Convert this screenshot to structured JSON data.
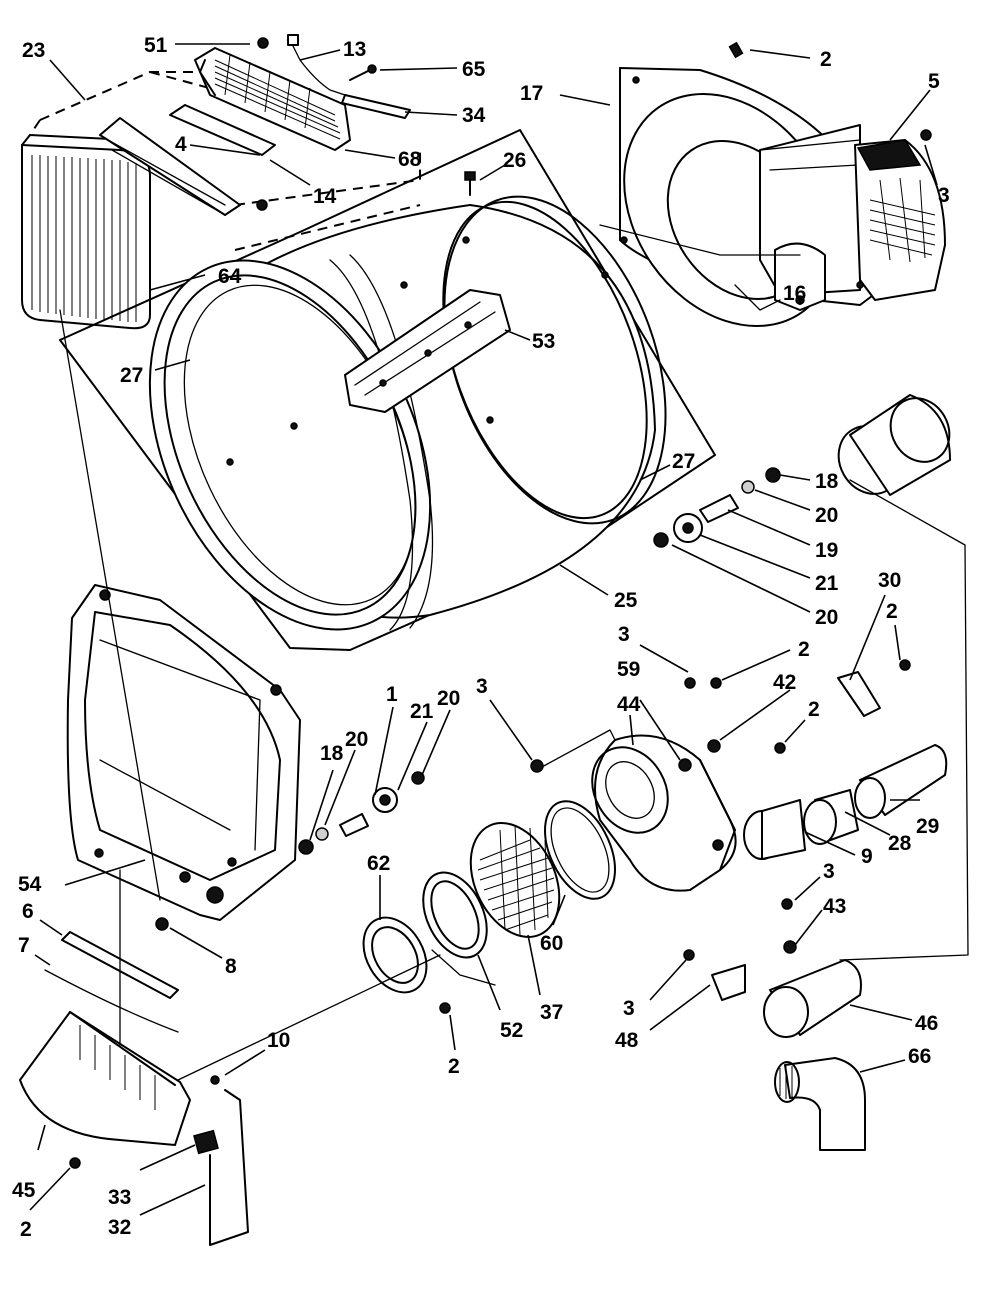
{
  "callouts": [
    {
      "id": "c-51",
      "text": "51"
    },
    {
      "id": "c-13",
      "text": "13"
    },
    {
      "id": "c-65",
      "text": "65"
    },
    {
      "id": "c-34",
      "text": "34"
    },
    {
      "id": "c-23",
      "text": "23"
    },
    {
      "id": "c-4",
      "text": "4"
    },
    {
      "id": "c-14",
      "text": "14"
    },
    {
      "id": "c-68",
      "text": "68"
    },
    {
      "id": "c-64",
      "text": "64"
    },
    {
      "id": "c-26",
      "text": "26"
    },
    {
      "id": "c-2a",
      "text": "2"
    },
    {
      "id": "c-17",
      "text": "17"
    },
    {
      "id": "c-5",
      "text": "5"
    },
    {
      "id": "c-3a",
      "text": "3"
    },
    {
      "id": "c-16",
      "text": "16"
    },
    {
      "id": "c-53",
      "text": "53"
    },
    {
      "id": "c-27a",
      "text": "27"
    },
    {
      "id": "c-27b",
      "text": "27"
    },
    {
      "id": "c-18a",
      "text": "18"
    },
    {
      "id": "c-20a",
      "text": "20"
    },
    {
      "id": "c-19",
      "text": "19"
    },
    {
      "id": "c-21a",
      "text": "21"
    },
    {
      "id": "c-20b",
      "text": "20"
    },
    {
      "id": "c-25",
      "text": "25"
    },
    {
      "id": "c-30",
      "text": "30"
    },
    {
      "id": "c-2b",
      "text": "2"
    },
    {
      "id": "c-3b",
      "text": "3"
    },
    {
      "id": "c-2c",
      "text": "2"
    },
    {
      "id": "c-59",
      "text": "59"
    },
    {
      "id": "c-42",
      "text": "42"
    },
    {
      "id": "c-44",
      "text": "44"
    },
    {
      "id": "c-2d",
      "text": "2"
    },
    {
      "id": "c-3c",
      "text": "3"
    },
    {
      "id": "c-20c",
      "text": "20"
    },
    {
      "id": "c-21b",
      "text": "21"
    },
    {
      "id": "c-1",
      "text": "1"
    },
    {
      "id": "c-20d",
      "text": "20"
    },
    {
      "id": "c-18b",
      "text": "18"
    },
    {
      "id": "c-29",
      "text": "29"
    },
    {
      "id": "c-28",
      "text": "28"
    },
    {
      "id": "c-9",
      "text": "9"
    },
    {
      "id": "c-62",
      "text": "62"
    },
    {
      "id": "c-54",
      "text": "54"
    },
    {
      "id": "c-60",
      "text": "60"
    },
    {
      "id": "c-3d",
      "text": "3"
    },
    {
      "id": "c-43",
      "text": "43"
    },
    {
      "id": "c-6",
      "text": "6"
    },
    {
      "id": "c-7",
      "text": "7"
    },
    {
      "id": "c-8",
      "text": "8"
    },
    {
      "id": "c-37",
      "text": "37"
    },
    {
      "id": "c-52",
      "text": "52"
    },
    {
      "id": "c-3e",
      "text": "3"
    },
    {
      "id": "c-48",
      "text": "48"
    },
    {
      "id": "c-46",
      "text": "46"
    },
    {
      "id": "c-10",
      "text": "10"
    },
    {
      "id": "c-2e",
      "text": "2"
    },
    {
      "id": "c-66",
      "text": "66"
    },
    {
      "id": "c-45",
      "text": "45"
    },
    {
      "id": "c-33",
      "text": "33"
    },
    {
      "id": "c-2f",
      "text": "2"
    },
    {
      "id": "c-32",
      "text": "32"
    }
  ]
}
